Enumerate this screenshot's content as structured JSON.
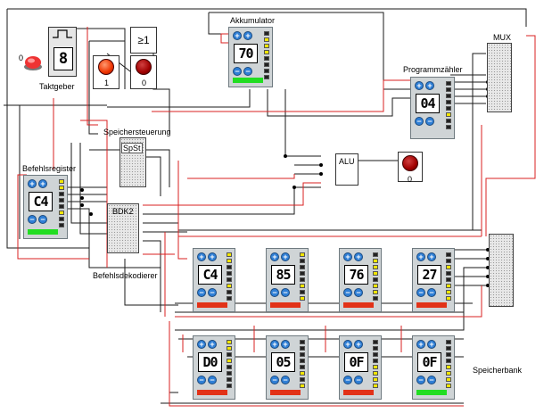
{
  "labels": {
    "clock": "Taktgeber",
    "clock_zero": "0",
    "clock_value": "8",
    "or_gate": "≥1",
    "lamp1_value": "1",
    "lamp2_value": "0",
    "alu_lamp_value": "0",
    "accumulator": "Akkumulator",
    "program_counter": "Programmzähler",
    "mem_control": "Speichersteuerung",
    "spst": "SpSt",
    "alu": "ALU",
    "instr_reg": "Befehlsregister",
    "bdk": "BDK2",
    "decoder": "Befehlsdekodierer",
    "mux": "MUX",
    "mem_bank": "Speicherbank"
  },
  "registers": {
    "accumulator": "70",
    "program_counter": "04",
    "instr_reg": "C4",
    "memory": [
      "C4",
      "85",
      "76",
      "27",
      "D0",
      "05",
      "0F",
      "0F"
    ]
  },
  "colors": {
    "wire_black": "#1a1a1a",
    "wire_red": "#d82020",
    "btn_blue": "#2f7fd6",
    "bar_green": "#22dd22",
    "bar_red": "#e23218",
    "led_yellow": "#f2e600",
    "led_black": "#222222"
  },
  "icons": {
    "clock": "clock-pulse-icon",
    "button": "red-push-button-icon",
    "lamp": "red-lamp-icon",
    "inc": "plus-icon",
    "dec": "minus-icon"
  }
}
